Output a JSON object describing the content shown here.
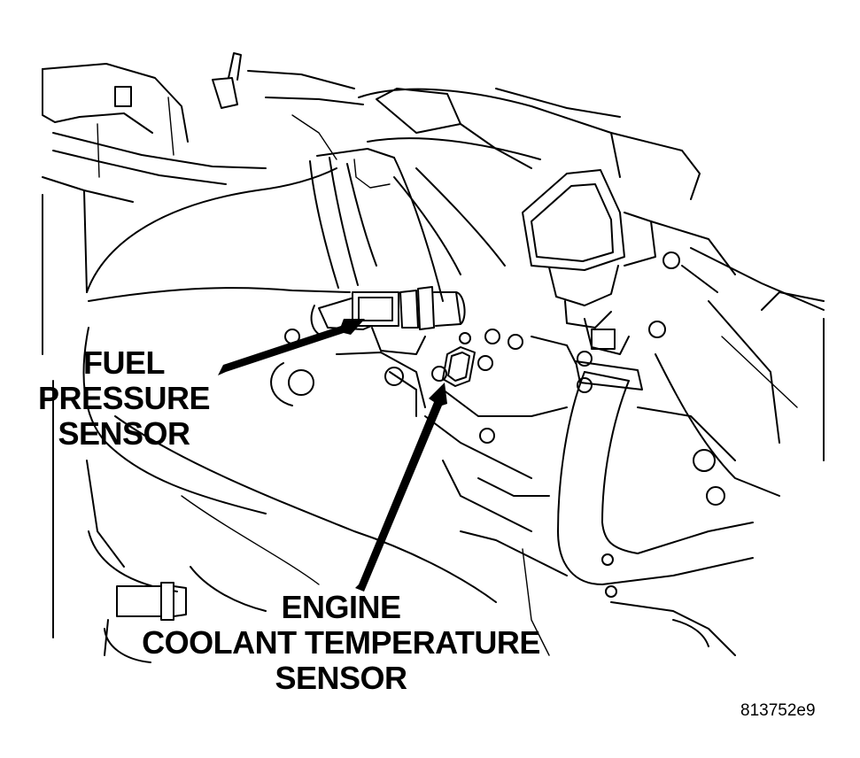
{
  "labels": {
    "fuel_pressure_sensor": [
      "FUEL",
      "PRESSURE",
      "SENSOR"
    ],
    "engine_coolant_temperature_sensor": [
      "ENGINE",
      "COOLANT TEMPERATURE",
      "SENSOR"
    ]
  },
  "figure_id": "813752e9",
  "colors": {
    "line": "#000000",
    "background": "#ffffff"
  }
}
